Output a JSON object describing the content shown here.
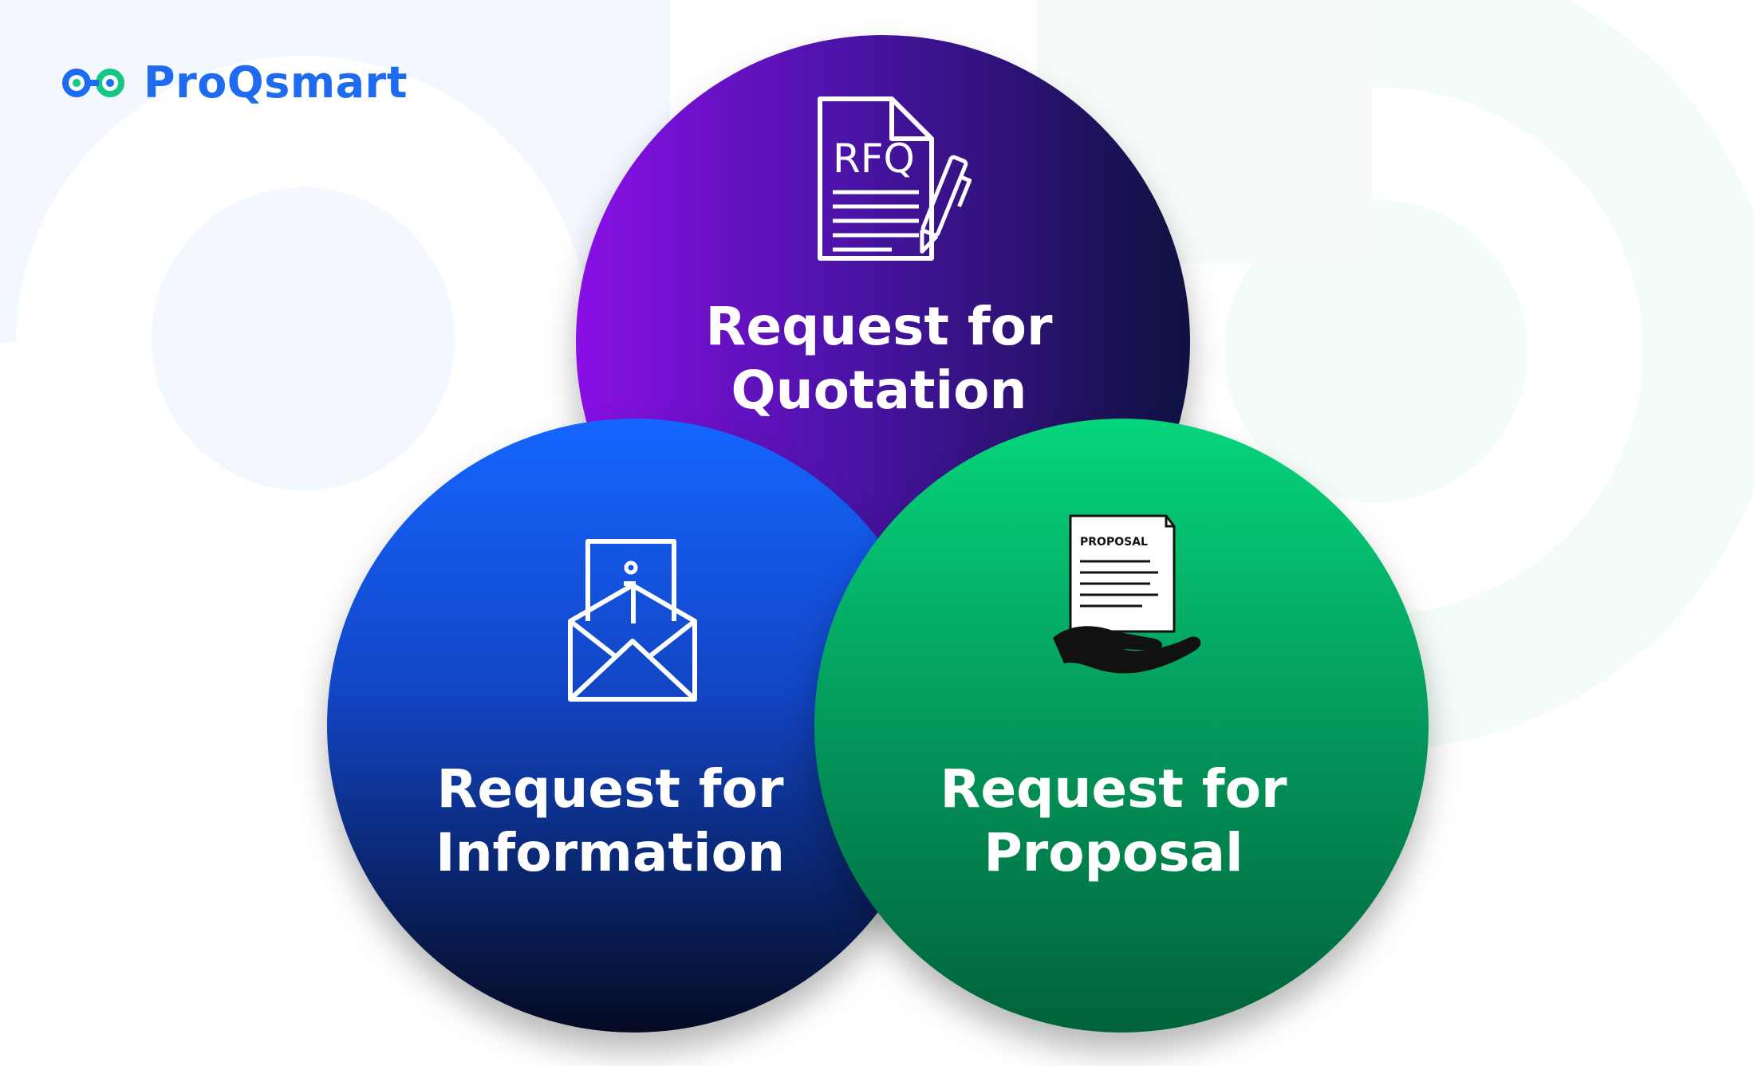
{
  "brand": {
    "name": "ProQsmart",
    "icon": "proqsmart-logo-icon",
    "color": "#1E6BF0",
    "accent": "#16C784"
  },
  "diagram": {
    "type": "venn",
    "sets": [
      {
        "id": "rfq",
        "line1": "Request for",
        "line2": "Quotation",
        "icon": "rfq-document-pen-icon",
        "icon_text": "RFQ",
        "colors": [
          "#8A0FE6",
          "#0E1240"
        ]
      },
      {
        "id": "rfi",
        "line1": "Request for",
        "line2": "Information",
        "icon": "info-envelope-icon",
        "colors": [
          "#1566FF",
          "#040A22"
        ]
      },
      {
        "id": "rfp",
        "line1": "Request for",
        "line2": "Proposal",
        "icon": "proposal-hand-icon",
        "icon_text": "PROPOSAL",
        "colors": [
          "#06D57D",
          "#01623A"
        ]
      }
    ]
  }
}
